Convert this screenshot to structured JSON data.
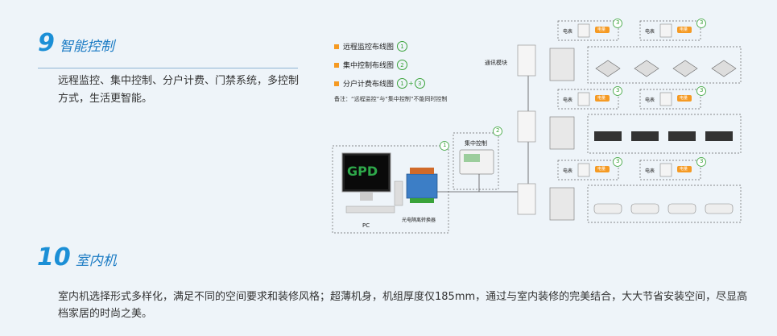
{
  "section9": {
    "number": "9",
    "title": "智能控制",
    "body": "远程监控、集中控制、分户计费、门禁系统，多控制方式，生活更智能。"
  },
  "section10": {
    "number": "10",
    "title": "室内机",
    "body": "室内机选择形式多样化，满足不同的空间要求和装修风格；超薄机身，机组厚度仅185mm，通过与室内装修的完美结合，大大节省安装空间，尽显高档家居的时尚之美。"
  },
  "legend": {
    "items": [
      {
        "label": "远程监控布线图",
        "marks": [
          "1"
        ]
      },
      {
        "label": "集中控制布线图",
        "marks": [
          "2"
        ]
      },
      {
        "label": "分户计费布线图",
        "marks": [
          "1",
          "3"
        ],
        "joiner": "+"
      }
    ],
    "note": "备注：“远程监控”与“集中控制”不能同时控制"
  },
  "diagram": {
    "gateway_label": "通讯模块",
    "central_label": "集中控制",
    "pc_label": "PC",
    "pc_screen_logo": "GPD",
    "converter_label": "光电隔离转换器",
    "meter_label": "电表",
    "meter_tag": "电量",
    "mark_1": "1",
    "mark_2": "2",
    "mark_3": "3",
    "colors": {
      "accent": "#1b8fd6",
      "green_mark": "#3aa33a",
      "orange": "#f59a23",
      "logo_green": "#2ea84a"
    }
  }
}
